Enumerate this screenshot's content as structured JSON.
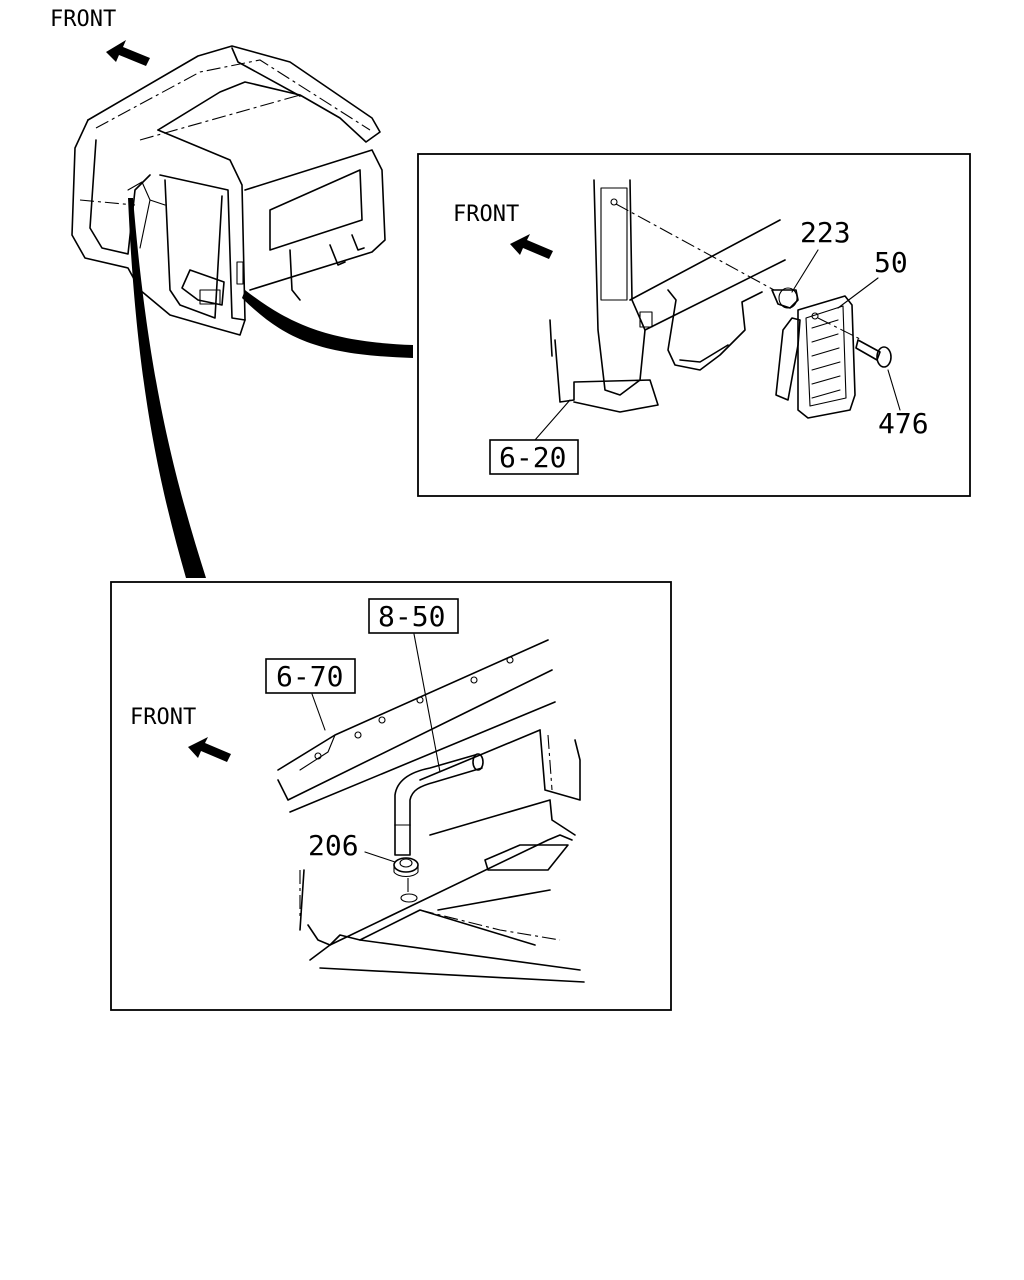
{
  "direction_label": "FRONT",
  "panel_top": {
    "direction_label": "FRONT",
    "ref_box": "6-20",
    "parts": [
      "223",
      "50",
      "476"
    ]
  },
  "panel_bottom": {
    "direction_label": "FRONT",
    "ref_boxes": [
      "8-50",
      "6-70"
    ],
    "parts": [
      "206"
    ]
  }
}
